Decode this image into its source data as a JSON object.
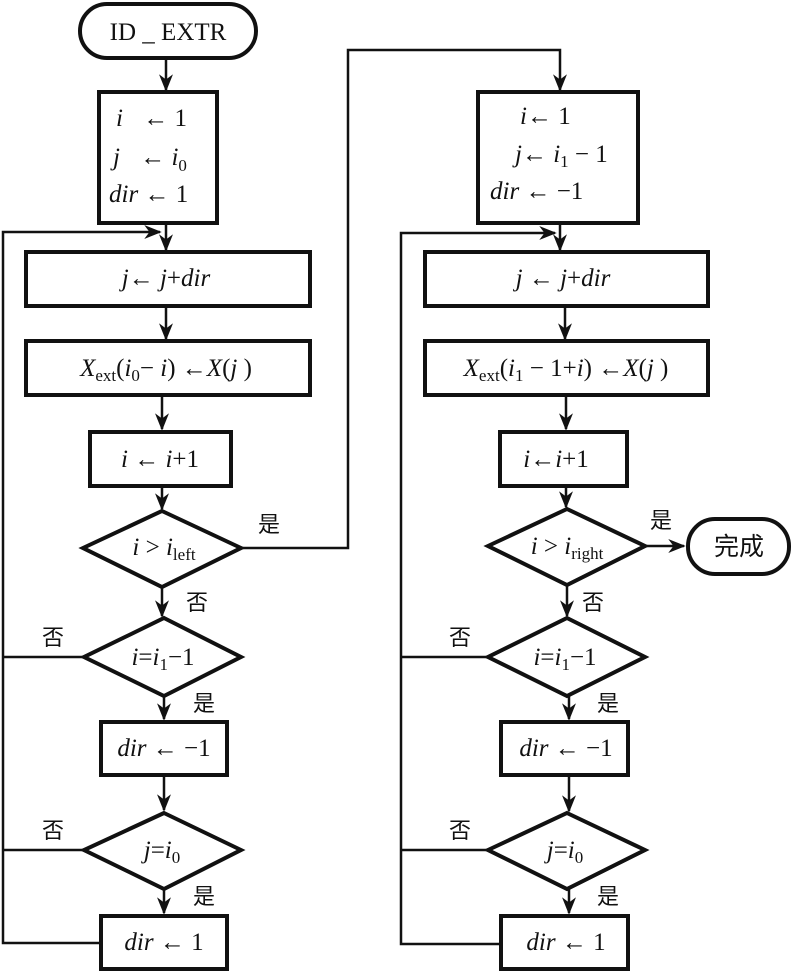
{
  "diagram": {
    "type": "flowchart",
    "left": {
      "start": "ID _ EXTR",
      "init": {
        "line1": [
          "i",
          " ← 1"
        ],
        "line2": [
          "j",
          " ← ",
          "i",
          "0"
        ],
        "line3": [
          "dir",
          " ← 1"
        ]
      },
      "step1": [
        "j",
        "← ",
        "j",
        "+",
        "dir"
      ],
      "step2": [
        "X",
        "ext",
        "(",
        "i",
        "0",
        "− ",
        "i",
        ") ←",
        "X",
        "(",
        "j",
        " )"
      ],
      "step3": [
        "i",
        " ← ",
        "i",
        "+1"
      ],
      "cond1": [
        "i",
        " > ",
        "i",
        "left"
      ],
      "cond1_yes": "是",
      "cond1_no": "否",
      "cond2": [
        "i",
        "=",
        "i",
        "1",
        "−1"
      ],
      "cond2_no": "否",
      "cond2_yes": "是",
      "step4": [
        "dir",
        " ← −1"
      ],
      "cond3": [
        "j",
        "=",
        "i",
        "0"
      ],
      "cond3_no": "否",
      "cond3_yes": "是",
      "step5": [
        "dir",
        " ← 1"
      ]
    },
    "right": {
      "init": {
        "line1": [
          "i",
          "← 1"
        ],
        "line2": [
          "j",
          "← ",
          "i",
          "1",
          " − 1"
        ],
        "line3": [
          "dir",
          " ← −1"
        ]
      },
      "step1": [
        "j",
        " ← ",
        "j",
        "+",
        "dir"
      ],
      "step2": [
        "X",
        "ext",
        "(",
        "i",
        "1",
        " − 1+",
        "i",
        ") ←",
        "X",
        "(",
        "j",
        " )"
      ],
      "step3": [
        "i",
        "←",
        "i",
        "+1"
      ],
      "cond1": [
        "i",
        " > ",
        "i",
        "right"
      ],
      "cond1_yes": "是",
      "cond1_no": "否",
      "end": "完成",
      "cond2": [
        "i",
        "=",
        "i",
        "1",
        "−1"
      ],
      "cond2_no": "否",
      "cond2_yes": "是",
      "step4": [
        "dir",
        " ← −1"
      ],
      "cond3": [
        "j",
        "=",
        "i",
        "0"
      ],
      "cond3_no": "否",
      "cond3_yes": "是",
      "step5": [
        "dir",
        " ← 1"
      ]
    }
  }
}
